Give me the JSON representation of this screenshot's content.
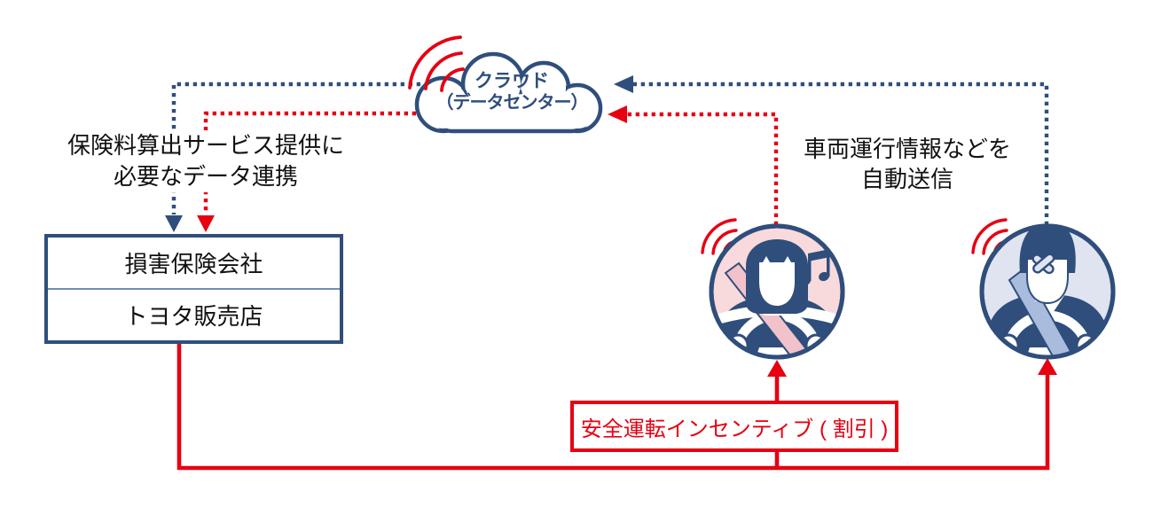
{
  "title": "テレマティクス保険データ連携図",
  "colors": {
    "navy": "#2F4E7C",
    "red": "#E60012",
    "female_circle_fill": "#F8DADC",
    "male_circle_fill": "#DFE4F0",
    "belt_pink": "#F2C2CA",
    "belt_blue": "#A9BCDE",
    "box_divider": "#718DB4",
    "text_black": "#111111"
  },
  "cloud": {
    "line1": "クラウド",
    "line2": "（データセンター）"
  },
  "left_flow_label": {
    "line1": "保険料算出サービス提供に",
    "line2": "必要なデータ連携"
  },
  "right_flow_label": {
    "line1": "車両運行情報などを",
    "line2": "自動送信"
  },
  "org_box": {
    "row1": "損害保険会社",
    "row2": "トヨタ販売店"
  },
  "incentive_box": {
    "label": "安全運転インセンティブ ( 割引 )"
  },
  "icons": {
    "cloud": "cloud-icon",
    "wifi": "wifi-signal-icon",
    "female_driver": "female-driver-icon",
    "male_driver": "male-driver-icon",
    "arrow_blue_dotted": "blue-dotted-arrow",
    "arrow_red_dotted": "red-dotted-arrow",
    "arrow_red_solid": "red-solid-arrow"
  }
}
